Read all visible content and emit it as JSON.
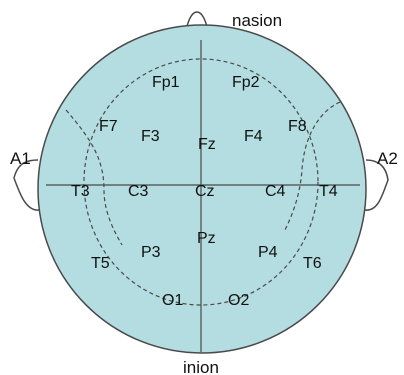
{
  "landmarks": {
    "top": "nasion",
    "bottom": "inion",
    "left_ear": "A1",
    "right_ear": "A2"
  },
  "electrodes": {
    "fp1": "Fp1",
    "fp2": "Fp2",
    "f7": "F7",
    "f3": "F3",
    "fz": "Fz",
    "f4": "F4",
    "f8": "F8",
    "t3": "T3",
    "c3": "C3",
    "cz": "Cz",
    "c4": "C4",
    "t4": "T4",
    "p3": "P3",
    "pz": "Pz",
    "p4": "P4",
    "t5": "T5",
    "t6": "T6",
    "o1": "O1",
    "o2": "O2"
  },
  "colors": {
    "head_fill": "#b3dde0",
    "outline": "#4a4a4a"
  }
}
